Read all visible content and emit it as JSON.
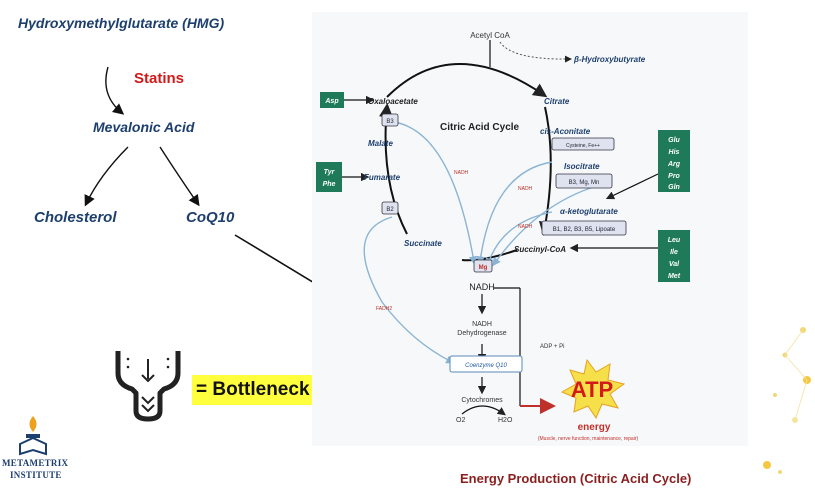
{
  "left_panel": {
    "title": "Hydroxymethylglutarate (HMG)",
    "statins": "Statins",
    "mevalonic": "Mevalonic Acid",
    "cholesterol": "Cholesterol",
    "coq10": "CoQ10"
  },
  "legend": {
    "bottleneck": "= Bottleneck"
  },
  "caption": "Energy Production (Citric Acid Cycle)",
  "logo": {
    "line1": "METAMETRIX",
    "line2": "INSTITUTE"
  },
  "diagram": {
    "acetyl": "Acetyl CoA",
    "hydroxy": "β-Hydroxybutyrate",
    "oxalo": "Oxaloacetate",
    "citrate": "Citrate",
    "cycle_title": "Citric Acid Cycle",
    "cis": "cis-Aconitate",
    "malate": "Malate",
    "fumarate": "Fumarate",
    "succinate": "Succinate",
    "succinyl": "Succinyl-CoA",
    "isocitrate": "Isocitrate",
    "akg": "α-ketoglutarate",
    "b3": "B3",
    "b2": "B2",
    "mg": "Mg",
    "nadh": "NADH",
    "nadh_deh": "NADH",
    "dehyd": "Dehydrogenase",
    "coenzyme": "Coenzyme Q10",
    "cytochromes": "Cytochromes",
    "o2": "O2",
    "h2o": "H2O",
    "adp": "ADP + Pi",
    "atp": "ATP",
    "energy": "energy",
    "energy_sub": "(Muscle, nerve function, maintenance, repair)",
    "cys": "Cysteine, Fe++",
    "b3mgmn": "B3, Mg, Mn",
    "lipoate": "B1, B2, B3, B5, Lipoate",
    "nadh_a": "NADH",
    "nadh_b": "NADH",
    "nadh_c": "NADH",
    "fadh": "FADH2",
    "asp": "Asp",
    "tyr": "Tyr",
    "phe": "Phe",
    "glu": "Glu",
    "his": "His",
    "arg": "Arg",
    "pro": "Pro",
    "gln": "Gln",
    "leu": "Leu",
    "ile": "Ile",
    "val": "Val",
    "met": "Met"
  },
  "colors": {
    "navy": "#1d3f6e",
    "red": "#d21a1a",
    "green": "#1f7a5a",
    "yellow": "#ffff3d"
  }
}
